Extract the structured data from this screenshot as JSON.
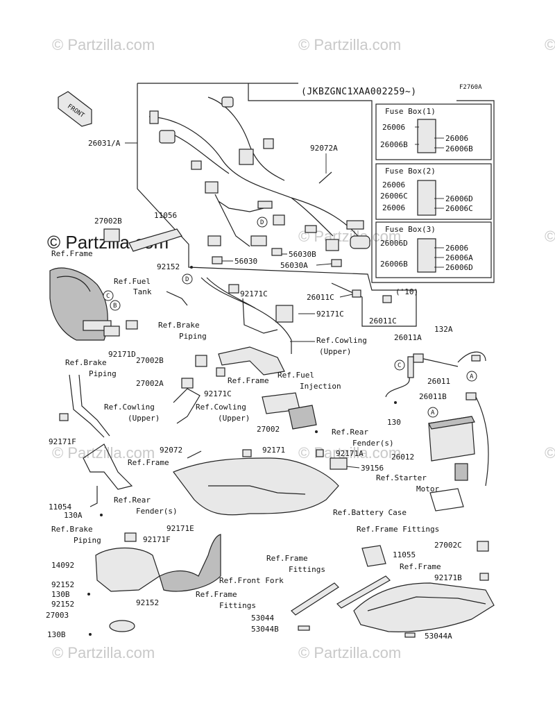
{
  "diagram_code": "F2760A",
  "serial_range": "(JKBZGNC1XAA002259~)",
  "front_arrow_label": "FRONT",
  "watermark": "© Partzilla.com",
  "fuse_boxes": [
    {
      "title": "Fuse Box(1)",
      "left_labels": [
        "26006",
        "26006B"
      ],
      "right_labels": [
        "26006",
        "26006B"
      ]
    },
    {
      "title": "Fuse Box(2)",
      "left_labels": [
        "26006",
        "26006C",
        "26006"
      ],
      "right_labels": [
        "26006D",
        "26006C"
      ]
    },
    {
      "title": "Fuse Box(3)",
      "left_labels": [
        "26006D",
        "26006B"
      ],
      "right_labels": [
        "26006",
        "26006A",
        "26006D"
      ]
    }
  ],
  "year_note": "('10)",
  "circle_markers": [
    "A",
    "B",
    "C",
    "D"
  ],
  "labels": {
    "p26031A": "26031/A",
    "p92072A": "92072A",
    "p27002B": "27002B",
    "p11056": "11056",
    "p92152_top": "92152",
    "p56030": "56030",
    "p56030B": "56030B",
    "p56030A": "56030A",
    "p26011C_a": "26011C",
    "p26011C_b": "26011C",
    "ref_frame_1": "Ref.Frame",
    "ref_fuel_tank_1": "Ref.Fuel",
    "ref_fuel_tank_2": "Tank",
    "p92171C_a": "92171C",
    "p92171C_b": "92171C",
    "p92171C_c": "92171C",
    "ref_brake_piping_a1": "Ref.Brake",
    "ref_brake_piping_a2": "Piping",
    "ref_brake_piping_b1": "Ref.Brake",
    "ref_brake_piping_b2": "Piping",
    "p92171D": "92171D",
    "ref_cowling_upper_a1": "Ref.Cowling",
    "ref_cowling_upper_a2": "(Upper)",
    "ref_cowling_upper_b1": "Ref.Cowling",
    "ref_cowling_upper_b2": "(Upper)",
    "ref_cowling_upper_c1": "Ref.Cowling",
    "ref_cowling_upper_c2": "(Upper)",
    "p27002B_b": "27002B",
    "p27002A": "27002A",
    "ref_frame_2": "Ref.Frame",
    "ref_fuel_injection_1": "Ref.Fuel",
    "ref_fuel_injection_2": "Injection",
    "p26011A": "26011A",
    "p132A": "132A",
    "p26011": "26011",
    "p26011B": "26011B",
    "p130": "130",
    "p92171F": "92171F",
    "p27002": "27002",
    "ref_rear_fender_a1": "Ref.Rear",
    "ref_rear_fender_a2": "Fender(s)",
    "p92072": "92072",
    "p92171": "92171",
    "p92171A": "92171A",
    "p39156": "39156",
    "p26012": "26012",
    "ref_frame_3": "Ref.Frame",
    "ref_starter_motor_1": "Ref.Starter",
    "ref_starter_motor_2": "Motor",
    "p11054": "11054",
    "p130A": "130A",
    "ref_rear_fender_b1": "Ref.Rear",
    "ref_rear_fender_b2": "Fender(s)",
    "ref_battery_case": "Ref.Battery Case",
    "ref_brake_piping_c1": "Ref.Brake",
    "ref_brake_piping_c2": "Piping",
    "p92171E": "92171E",
    "p92171F_b": "92171F",
    "ref_frame_fittings_a": "Ref.Frame Fittings",
    "p27002C": "27002C",
    "p14092": "14092",
    "ref_frame_fittings_b1": "Ref.Frame",
    "ref_frame_fittings_b2": "Fittings",
    "p11055": "11055",
    "ref_frame_4": "Ref.Frame",
    "ref_front_fork": "Ref.Front Fork",
    "p92171B": "92171B",
    "p92152_a": "92152",
    "p130B_a": "130B",
    "ref_frame_fittings_c1": "Ref.Frame",
    "ref_frame_fittings_c2": "Fittings",
    "p92152_b": "92152",
    "p92152_c": "92152",
    "p27003": "27003",
    "p53044": "53044",
    "p53044B": "53044B",
    "p130B_b": "130B",
    "p53044A": "53044A"
  }
}
